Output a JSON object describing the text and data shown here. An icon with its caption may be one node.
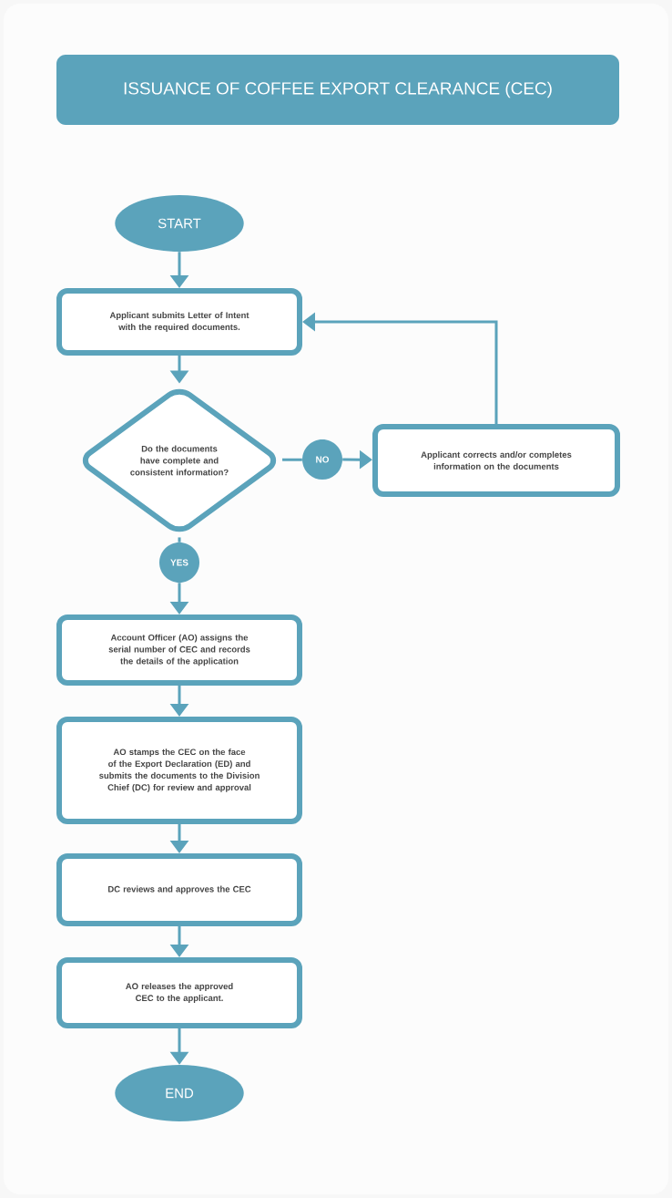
{
  "diagram": {
    "title": "ISSUANCE OF COFFEE EXPORT CLEARANCE (CEC)",
    "nodes": [
      {
        "text": [
          "START"
        ]
      },
      {
        "text": [
          "Applicant submits Letter of Intent with the required documents."
        ]
      },
      {
        "text": [
          "Do the documents have complete and consistent information?"
        ]
      },
      {
        "text": [
          "NO"
        ]
      },
      {
        "text": [
          "Applicant corrects and/or completes information on the documents"
        ]
      },
      {
        "text": [
          "YES"
        ]
      },
      {
        "text": [
          "Account Officer (AO) assigns the serial number of CEC and records the details of the application"
        ]
      },
      {
        "text": [
          "AO stamps the CEC on the face of the Export Declaration (ED) and submits the documents to the Division Chief (DC) for review and approval"
        ]
      },
      {
        "text": [
          "DC reviews and approves the CEC"
        ]
      },
      {
        "text": [
          "AO releases the approved CEC to the applicant."
        ]
      },
      {
        "text": [
          "END"
        ]
      }
    ],
    "edges": [
      {
        "from": 0,
        "to": 1,
        "arrow": "to"
      },
      {
        "from": 1,
        "to": 2,
        "arrow": "to"
      },
      {
        "from": 2,
        "to": 3,
        "arrow": "none"
      },
      {
        "from": 3,
        "to": 4,
        "arrow": "to"
      },
      {
        "from": 4,
        "to": 1,
        "arrow": "to"
      },
      {
        "from": 2,
        "to": 5,
        "arrow": "none"
      },
      {
        "from": 5,
        "to": 6,
        "arrow": "to"
      },
      {
        "from": 6,
        "to": 7,
        "arrow": "to"
      },
      {
        "from": 7,
        "to": 8,
        "arrow": "to"
      },
      {
        "from": 8,
        "to": 9,
        "arrow": "to"
      },
      {
        "from": 9,
        "to": 10,
        "arrow": "to"
      }
    ]
  }
}
